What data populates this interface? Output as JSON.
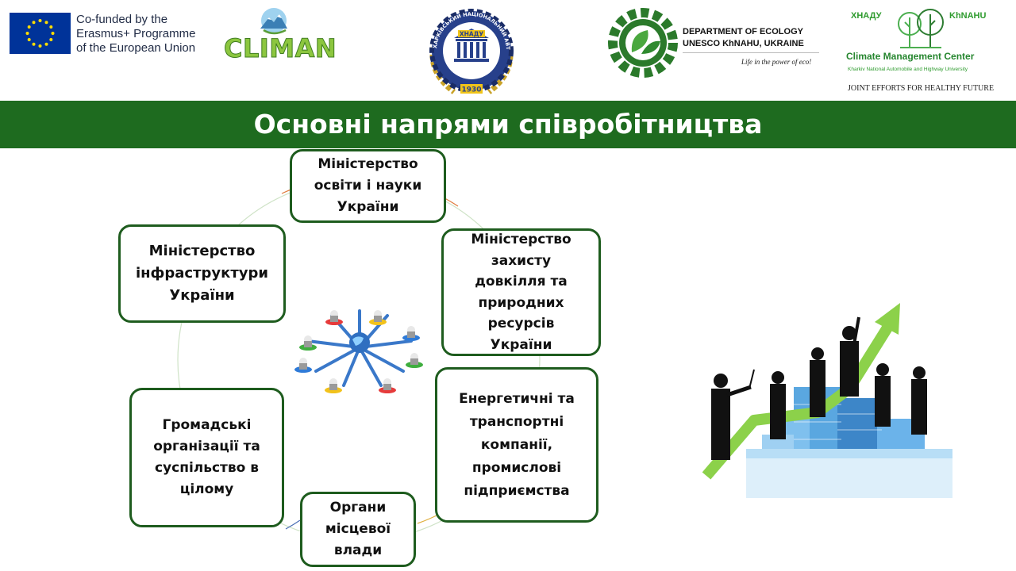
{
  "logos": {
    "eu_text": [
      "Co-funded by the",
      "Erasmus+ Programme",
      "of the European Union"
    ],
    "climan": "CLIMAN",
    "university_seal": {
      "ring_text": "ХАРКІВСЬКИЙ НАЦІОНАЛЬНИЙ АВТОМОБІЛЬНО-ДОРОЖНІЙ УНІВЕРСИТЕТ",
      "name": "ХНАДУ",
      "year": "1930"
    },
    "ecology": {
      "line1": "DEPARTMENT OF ECOLOGY",
      "line2": "UNESCO KhNAHU, UKRAINE",
      "tagline": "Life in the power of eco!"
    },
    "cmc": {
      "left_label": "ХНАДУ",
      "right_label": "KhNAHU",
      "title": "Climate Management Center",
      "subtitle": "Kharkiv National Automobile and Highway University",
      "motto": "JOINT EFFORTS FOR HEALTHY FUTURE"
    }
  },
  "title": "Основні напрями співробітництва",
  "nodes": {
    "education": "Міністерство\nосвіти і науки\nУкраїни",
    "infrastructure": "Міністерство\nінфраструктури\nУкраїни",
    "environment": "Міністерство\nзахисту\nдовкілля та\nприродних\nресурсів\nУкраїни",
    "energy": "Енергетичні та\nтранспортні\nкомпанії,\nпромислові\nпідприємства",
    "public": "Громадські\nорганізації та\nсуспільство в\nцілому",
    "local": "Органи\nмісцевої\nвлади"
  },
  "colors": {
    "title_bar": "#1e6b1f",
    "node_border": "#1e5c1e",
    "eu_blue": "#003399",
    "eu_star": "#ffdd00",
    "brand_green": "#2e9b2e"
  },
  "icons": {
    "eu_flag": "eu-flag-icon",
    "climan": "climan-mountain-icon",
    "seal": "university-seal-icon",
    "eco": "gear-leaf-icon",
    "cmc": "twin-trees-icon",
    "network": "people-network-icon",
    "business": "business-growth-icon"
  }
}
